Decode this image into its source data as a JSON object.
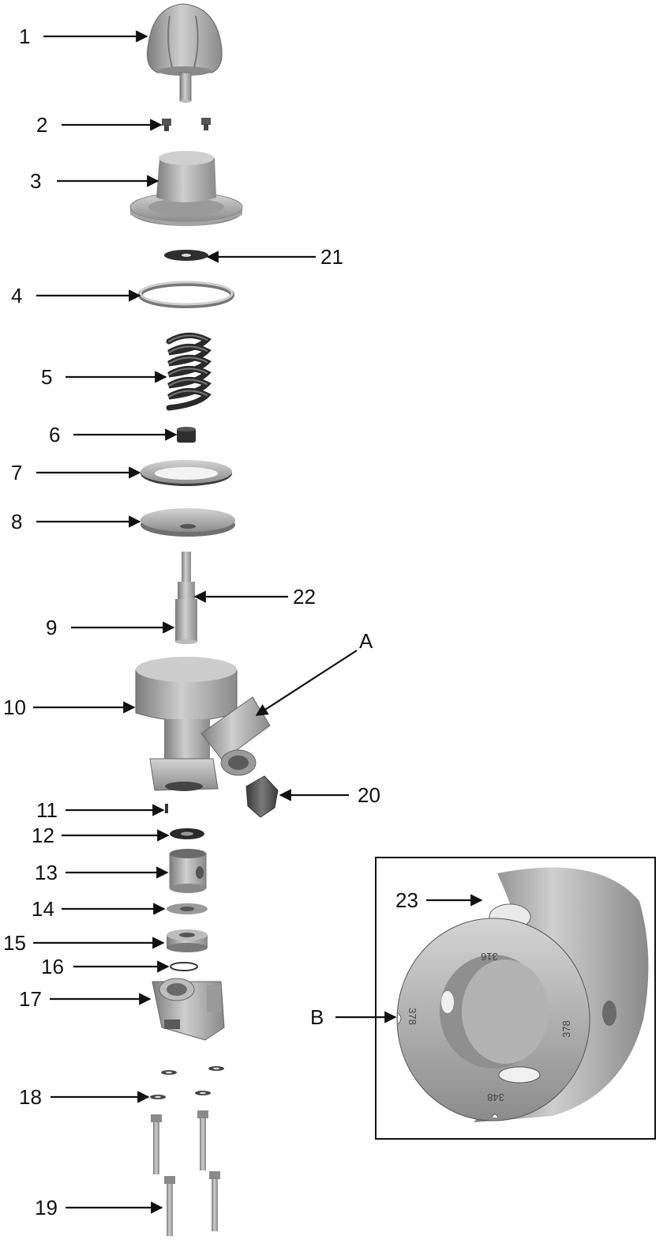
{
  "callouts": {
    "c1": "1",
    "c2": "2",
    "c3": "3",
    "c4": "4",
    "c5": "5",
    "c6": "6",
    "c7": "7",
    "c8": "8",
    "c9": "9",
    "c10": "10",
    "c11": "11",
    "c12": "12",
    "c13": "13",
    "c14": "14",
    "c15": "15",
    "c16": "16",
    "c17": "17",
    "c18": "18",
    "c19": "19",
    "c20": "20",
    "c21": "21",
    "c22": "22",
    "c23": "23",
    "cA": "A",
    "cB": "B"
  },
  "detail_markings": {
    "top": "316",
    "left": "378",
    "right": "378",
    "bottom": "348"
  },
  "colors": {
    "part_light": "#c9c9c9",
    "part_mid": "#9a9a9a",
    "part_dark": "#6b6b6b",
    "part_black": "#2d2d2d",
    "line": "#111111"
  }
}
